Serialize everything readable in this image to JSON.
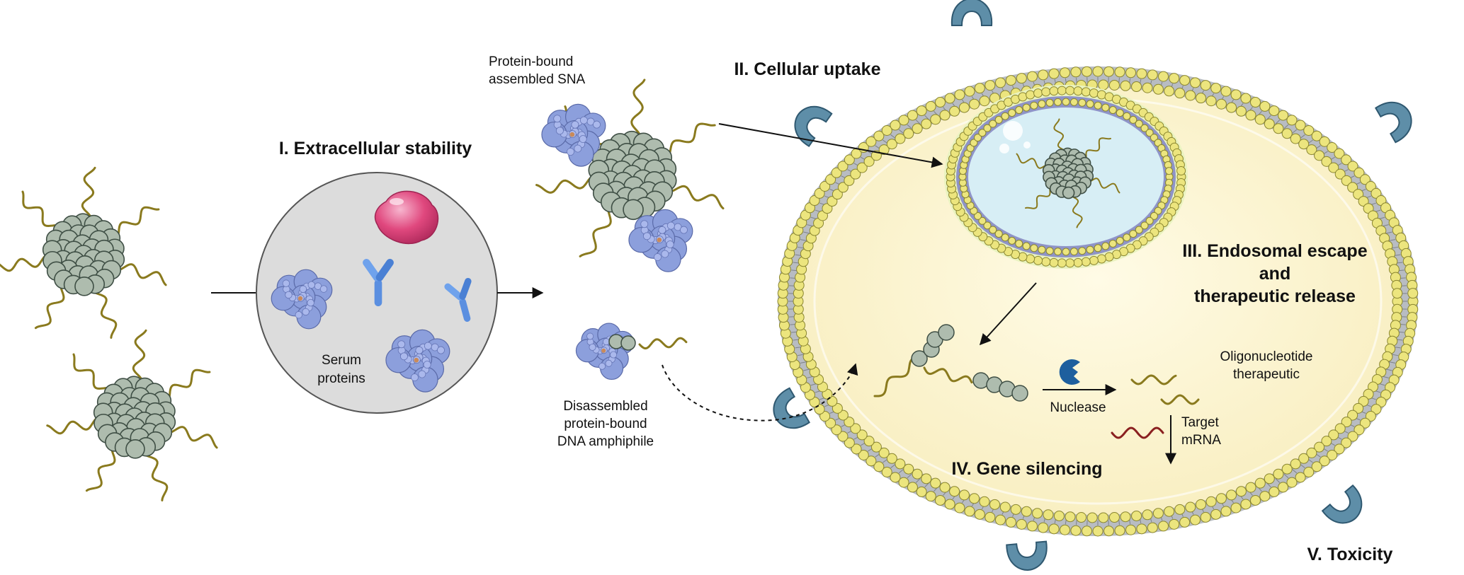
{
  "labels": {
    "stage1": "I. Extracellular stability",
    "stage2": "II. Cellular uptake",
    "stage3_line1": "III. Endosomal escape",
    "stage3_line2": "and",
    "stage3_line3": "therapeutic release",
    "stage4": "IV. Gene silencing",
    "stage5": "V. Toxicity",
    "serum_line1": "Serum",
    "serum_line2": "proteins",
    "protein_sna_line1": "Protein-bound",
    "protein_sna_line2": "assembled SNA",
    "disassembled_line1": "Disassembled",
    "disassembled_line2": "protein-bound",
    "disassembled_line3": "DNA amphiphile",
    "nuclease": "Nuclease",
    "oligo_line1": "Oligonucleotide",
    "oligo_line2": "therapeutic",
    "target_line1": "Target",
    "target_line2": "mRNA"
  },
  "colors": {
    "core_bead": "#aebcae",
    "dna_strand": "#8a7a1e",
    "protein": "#8c9fdc",
    "antibody": "#5b8fe0",
    "rbc": "#e0487e",
    "serum_circle": "#dcdcdc",
    "cytoplasm": "#fbf3cf",
    "lipid_head": "#ece57e",
    "receptor": "#5e8ea8",
    "endosome_fill": "#d7eef5",
    "mrna": "#8a2020",
    "nuclease": "#1e5f9e"
  },
  "icons": [
    "sna-particle",
    "serum-protein",
    "antibody-icon",
    "red-blood-cell",
    "cell-membrane",
    "receptor-icon",
    "endosome",
    "nuclease-icon",
    "mrna-strand"
  ]
}
